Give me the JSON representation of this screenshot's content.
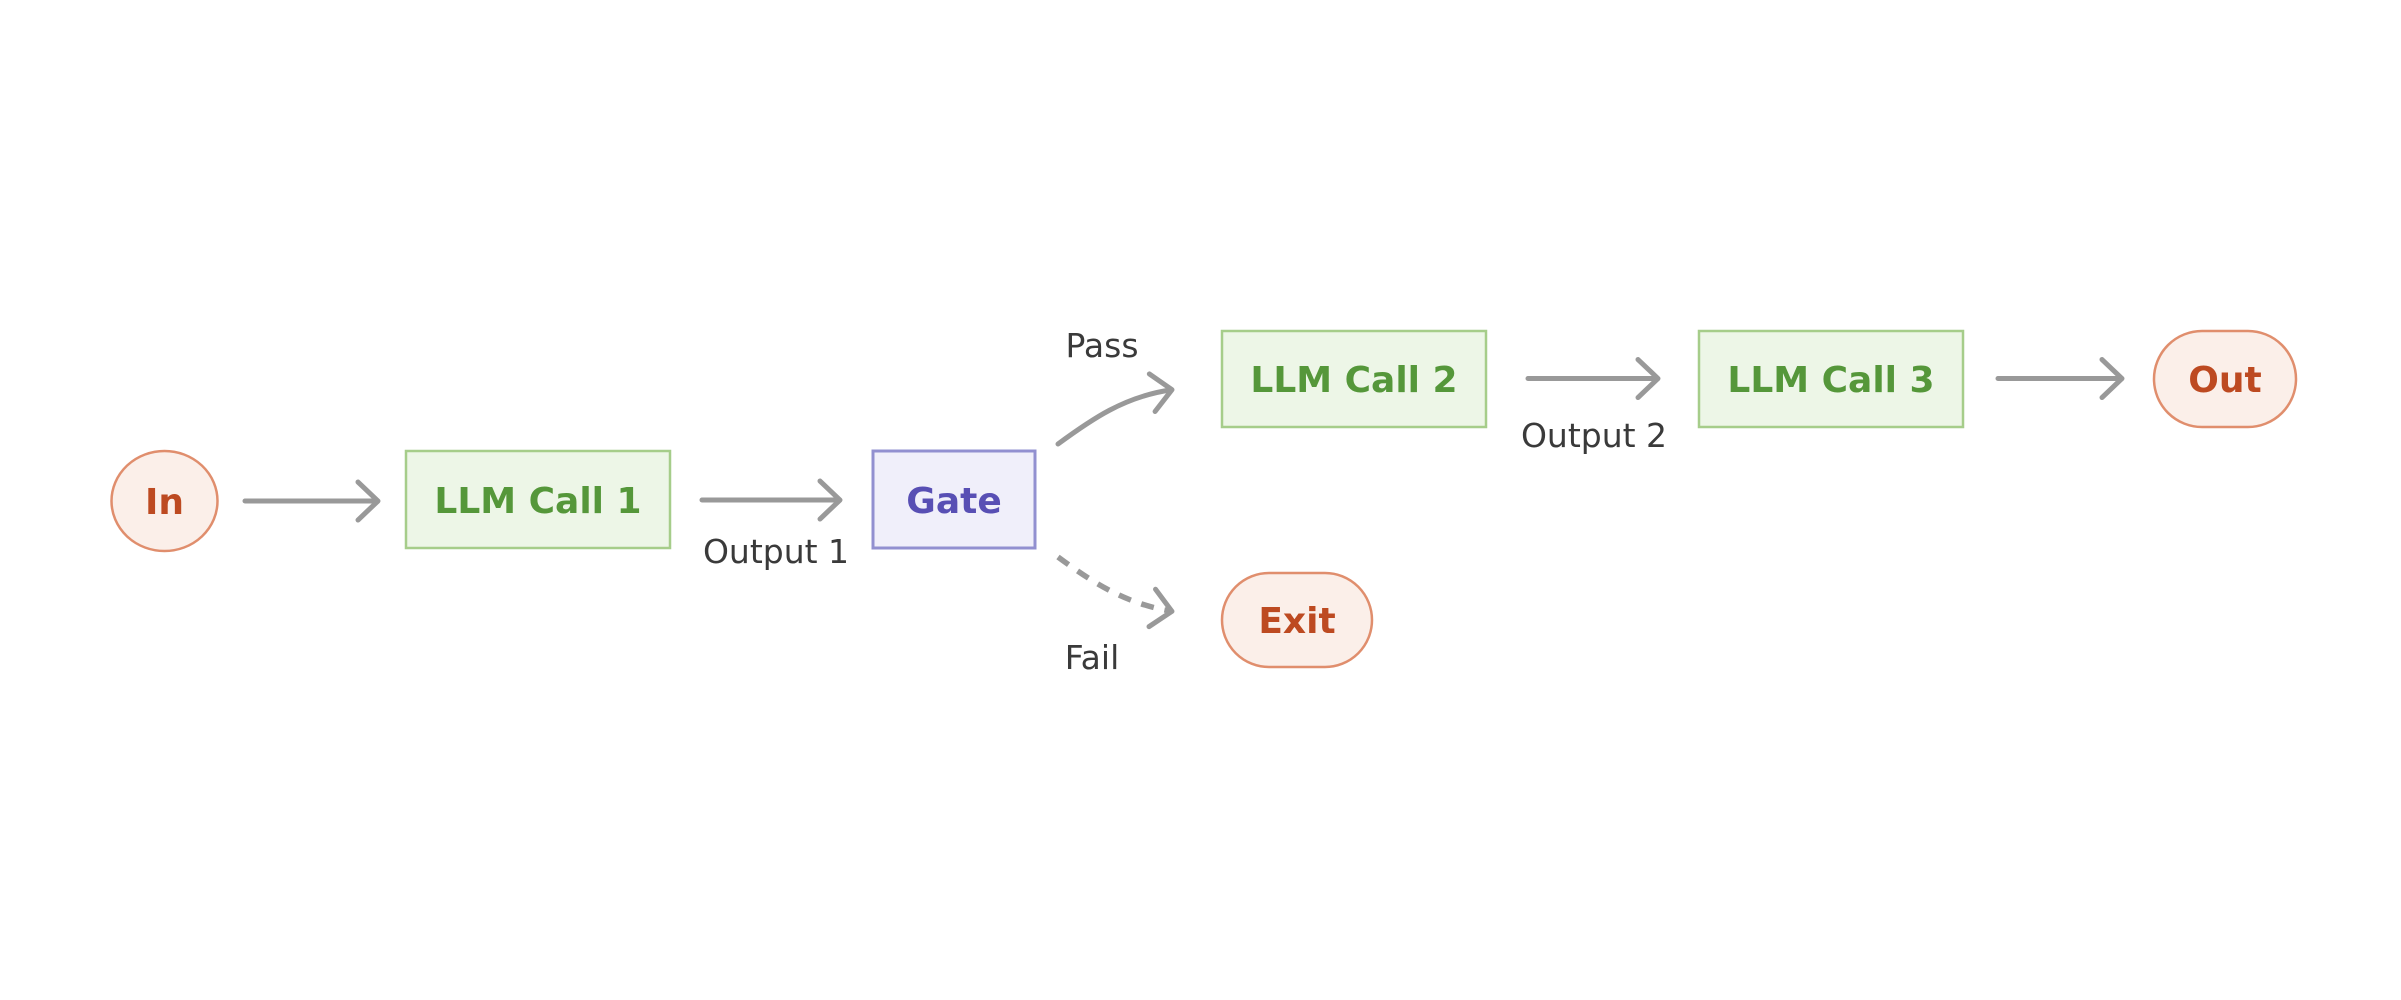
{
  "diagram": {
    "nodes": {
      "in": {
        "label": "In"
      },
      "llm_call_1": {
        "label": "LLM Call 1"
      },
      "gate": {
        "label": "Gate"
      },
      "llm_call_2": {
        "label": "LLM Call 2"
      },
      "llm_call_3": {
        "label": "LLM Call 3"
      },
      "out": {
        "label": "Out"
      },
      "exit": {
        "label": "Exit"
      }
    },
    "edges": [
      {
        "from": "in",
        "to": "llm_call_1",
        "style": "solid",
        "label": ""
      },
      {
        "from": "llm_call_1",
        "to": "gate",
        "style": "solid",
        "label": "Output 1"
      },
      {
        "from": "gate",
        "to": "llm_call_2",
        "style": "solid",
        "label": "Pass"
      },
      {
        "from": "gate",
        "to": "exit",
        "style": "dashed",
        "label": "Fail"
      },
      {
        "from": "llm_call_2",
        "to": "llm_call_3",
        "style": "solid",
        "label": "Output 2"
      },
      {
        "from": "llm_call_3",
        "to": "out",
        "style": "solid",
        "label": ""
      }
    ],
    "colors": {
      "background": "#FFFFFF",
      "terminal_fill": "#FBEFE9",
      "terminal_border": "#E08E6D",
      "terminal_text": "#BD4A21",
      "process_fill": "#EDF6E7",
      "process_border": "#A6CD8A",
      "process_text": "#55973A",
      "decision_fill": "#F0EFFA",
      "decision_border": "#9290D0",
      "decision_text": "#584FB4",
      "arrow": "#999999",
      "edge_label_text": "#3A3A3A"
    }
  }
}
